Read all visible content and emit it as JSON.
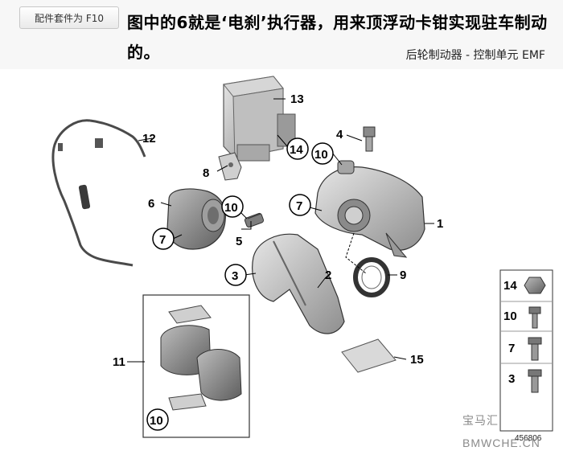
{
  "header": {
    "kit_button_label": "配件套件为 F10",
    "headline": "图中的6就是‘电刹’执行器，用来顶浮动卡钳实现驻车制动的。",
    "subtitle": "后轮制动器 - 控制单元 EMF"
  },
  "callouts": {
    "c1": "1",
    "c2": "2",
    "c3": "3",
    "c4": "4",
    "c5": "5",
    "c6": "6",
    "c7a": "7",
    "c7b": "7",
    "c8": "8",
    "c9": "9",
    "c10a": "10",
    "c10b": "10",
    "c10c": "10",
    "c11": "11",
    "c12": "12",
    "c13": "13",
    "c14": "14",
    "c15": "15"
  },
  "hardware_panel": {
    "items": [
      "14",
      "10",
      "7",
      "3"
    ],
    "image_number": "456806"
  },
  "watermark": {
    "logo_text": "宝马汇",
    "site": "BMWCHE.CN"
  }
}
